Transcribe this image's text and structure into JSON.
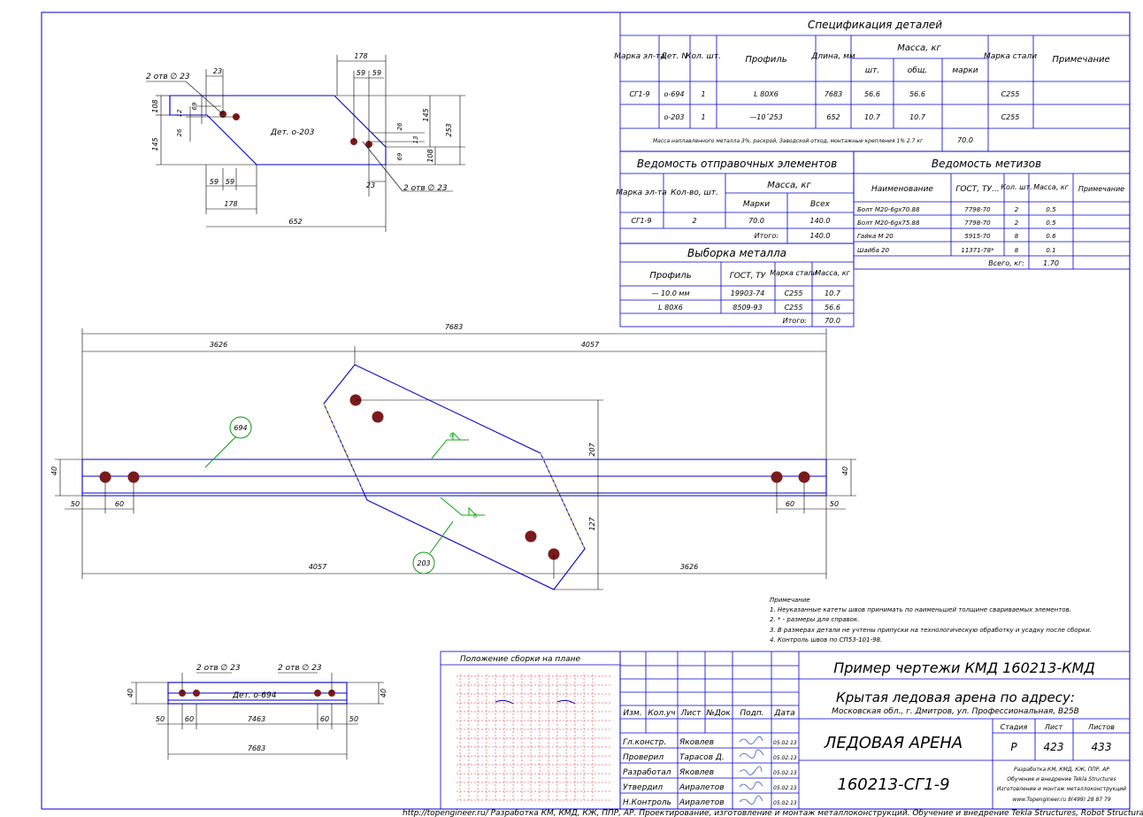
{
  "spec": {
    "title": "Спецификация деталей",
    "headers": {
      "mark": "Марка эл-та",
      "det": "Дет. N",
      "qty": "Кол. шт.",
      "profile": "Профиль",
      "length": "Длина, мм",
      "mass": "Масса, кг",
      "mass_pc": "шт.",
      "mass_total": "общ.",
      "mass_mark": "марки",
      "steel": "Марка стали",
      "note": "Примечание"
    },
    "rows": [
      {
        "mark": "СГ1-9",
        "det": "о-694",
        "qty": "1",
        "profile": "L 80Х6",
        "length": "7683",
        "m1": "56.6",
        "m2": "56.6",
        "steel": "С255"
      },
      {
        "mark": "",
        "det": "о-203",
        "qty": "1",
        "profile": "—10ˆ253",
        "length": "652",
        "m1": "10.7",
        "m2": "10.7",
        "steel": "С255"
      }
    ],
    "footer": "Масса наплавленного металла 3%, раскрой, Заводской отход, монтажные крепления 1%   2.7 кг",
    "mass_mark_value": "70.0"
  },
  "ship": {
    "title": "Ведомость отправочных элементов",
    "headers": {
      "mark": "Марка эл-та",
      "qty": "Кол-во, шт.",
      "mass": "Масса, кг",
      "mass_mark": "Марки",
      "mass_all": "Всех"
    },
    "row": {
      "mark": "СГ1-9",
      "qty": "2",
      "m1": "70.0",
      "m2": "140.0"
    },
    "total_label": "Итого:",
    "total": "140.0"
  },
  "hw": {
    "title": "Ведомость метизов",
    "headers": {
      "name": "Наименование",
      "gost": "ГОСТ, ТУ...",
      "qty": "Кол. шт.",
      "mass": "Масса, кг",
      "note": "Примечание"
    },
    "rows": [
      {
        "name": "Болт М20-6gx70.88",
        "gost": "7798-70",
        "qty": "2",
        "mass": "0.5"
      },
      {
        "name": "Болт М20-6gx75.88",
        "gost": "7798-70",
        "qty": "2",
        "mass": "0.5"
      },
      {
        "name": "Гайка М 20",
        "gost": "5915-70",
        "qty": "8",
        "mass": "0.6"
      },
      {
        "name": "Шайба 20",
        "gost": "11371-78*",
        "qty": "8",
        "mass": "0.1"
      }
    ],
    "total_label": "Всего, кг:",
    "total": "1.70"
  },
  "metal": {
    "title": "Выборка металла",
    "headers": {
      "profile": "Профиль",
      "gost": "ГОСТ, ТУ",
      "steel": "Марка стали",
      "mass": "Масса, кг"
    },
    "rows": [
      {
        "profile": "— 10.0 мм",
        "gost": "19903-74",
        "steel": "С255",
        "mass": "10.7"
      },
      {
        "profile": "L 80Х6",
        "gost": "8509-93",
        "steel": "С255",
        "mass": "56.6"
      }
    ],
    "total_label": "Итого:",
    "total": "70.0"
  },
  "detail_203": {
    "label": "Дет. о-203",
    "holes_top": "2 отв ∅ 23",
    "holes_bottom": "2 отв ∅ 23",
    "d178": "178",
    "d59a": "59",
    "d59b": "59",
    "d23": "23",
    "d69": "69",
    "d12": "12",
    "d26": "26",
    "d108": "108",
    "d145": "145",
    "d145r": "145",
    "d253": "253",
    "d26r": "26",
    "d13": "13",
    "d69r": "69",
    "d108r": "108",
    "d59c": "59",
    "d59d": "59",
    "d23b": "23",
    "d178b": "178",
    "d652": "652"
  },
  "assembly": {
    "d7683": "7683",
    "d3626": "3626",
    "d4057": "4057",
    "d207": "207",
    "d127": "127",
    "d4057b": "4057",
    "d3626b": "3626",
    "d40": "40",
    "d40r": "40",
    "d50": "50",
    "d60": "60",
    "d60r": "60",
    "d50r": "50",
    "balloon_694": "694",
    "balloon_203": "203",
    "weld": "6"
  },
  "detail_694": {
    "label": "Дет. о-694",
    "holes_left": "2 отв ∅ 23",
    "holes_right": "2 отв ∅ 23",
    "d40": "40",
    "d40r": "40",
    "d50": "50",
    "d60": "60",
    "d7463": "7463",
    "d60r": "60",
    "d50r": "50",
    "d7683": "7683"
  },
  "notes": {
    "title": "Примечание",
    "items": [
      "1. Неуказанные катеты швов принимать по наименьшей толщине свариваемых элементов.",
      "2. * - размеры для справок.",
      "3. В размерах детали не учтены припуски на технологическую обработку и усадку после сборки.",
      "4. Контроль швов по СП53-101-98."
    ]
  },
  "plan": {
    "title": "Положение сборки на плане"
  },
  "title_block": {
    "doc_title": "Пример чертежи КМД   160213-КМД",
    "object": "Крытая ледовая арена по адресу:",
    "address": "Московская обл., г. Дмитров, ул. Профессиональная, В25В",
    "name": "ЛЕДОВАЯ АРЕНА",
    "code": "160213-СГ1-9",
    "stage_label": "Стадия",
    "sheet_label": "Лист",
    "sheets_label": "Листов",
    "stage": "Р",
    "sheet": "423",
    "sheets": "433",
    "cols": [
      "Изм.",
      "Кол.уч",
      "Лист",
      "№Док",
      "Подп.",
      "Дата"
    ],
    "people": [
      {
        "role": "Гл.констр.",
        "name": "Яковлев",
        "date": "05.02.13"
      },
      {
        "role": "Проверил",
        "name": "Тарасов Д.",
        "date": "05.02.13"
      },
      {
        "role": "Разработал",
        "name": "Яковлев",
        "date": "05.02.13"
      },
      {
        "role": "Утвердил",
        "name": "Аиралетов",
        "date": "05.02.13"
      },
      {
        "role": "Н.Контроль",
        "name": "Аиралетов",
        "date": "05.02.13"
      }
    ],
    "org": [
      "Разработка КМ, КМД, КЖ, ППР, АР",
      "Обучение и внедрение Tekla Structures",
      "Изготовление и монтаж металлоконструкций",
      "www.Topengineer.ru          8(499) 28 87 79"
    ]
  },
  "footer": "http://topengineer.ru/   Разработка КМ, КМД, КЖ, ППР, АР. Проектирование, изготовление и монтаж металлоконструкций. Обучение и внедрение Tekla Structures, Robot Structural Analysis."
}
